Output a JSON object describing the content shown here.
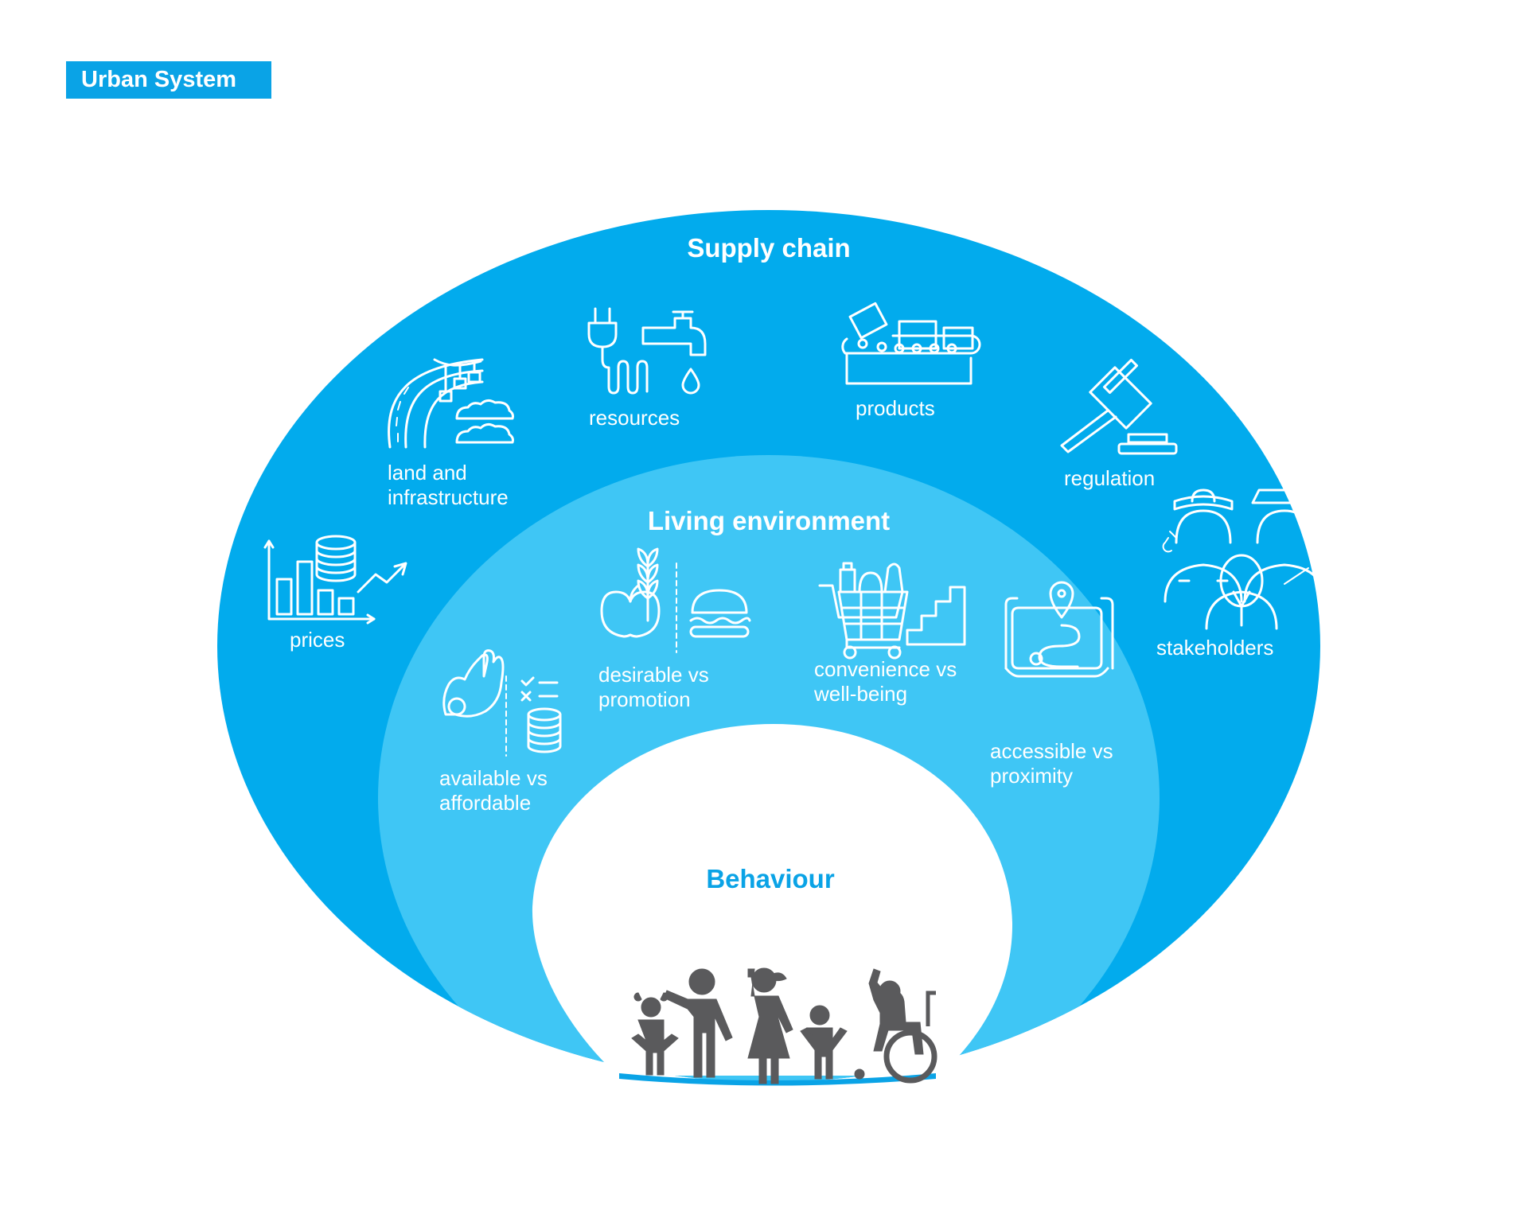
{
  "title": "Urban System",
  "colors": {
    "outer": "#02abed",
    "middle": "#3fc6f5",
    "inner": "#ffffff",
    "accent": "#0aa3e6",
    "line": "#ffffff",
    "people": "#5a5a5c"
  },
  "rings": {
    "supply_chain": {
      "heading": "Supply chain",
      "items": [
        {
          "icon": "road-bridge-icon",
          "lines": [
            "land and",
            "infrastructure"
          ]
        },
        {
          "icon": "plug-tap-icon",
          "lines": [
            "resources"
          ]
        },
        {
          "icon": "conveyor-belt-icon",
          "lines": [
            "products"
          ]
        },
        {
          "icon": "gavel-icon",
          "lines": [
            "regulation"
          ]
        },
        {
          "icon": "people-group-icon",
          "lines": [
            "stakeholders"
          ]
        },
        {
          "icon": "price-chart-icon",
          "lines": [
            "prices"
          ]
        }
      ]
    },
    "living_environment": {
      "heading": "Living environment",
      "items": [
        {
          "icon": "apple-burger-icon",
          "lines": [
            "desirable vs",
            "promotion"
          ]
        },
        {
          "icon": "cart-stairs-icon",
          "lines": [
            "convenience vs",
            "well-being"
          ]
        },
        {
          "icon": "ok-coins-icon",
          "lines": [
            "available vs",
            "affordable"
          ]
        },
        {
          "icon": "map-pin-icon",
          "lines": [
            "accessible vs",
            "proximity"
          ]
        }
      ]
    },
    "behaviour": {
      "heading": "Behaviour",
      "icon": "family-icon"
    }
  }
}
